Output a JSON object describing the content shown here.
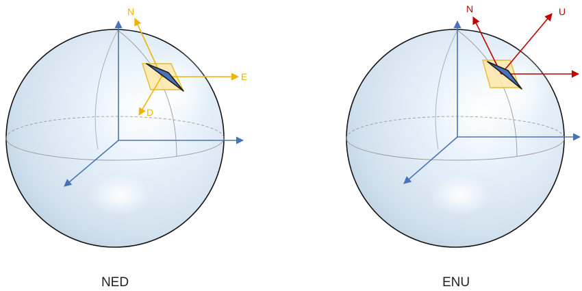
{
  "colors": {
    "earth_axis": "#4a72b8",
    "ned_frame": "#f0b400",
    "enu_frame": "#c00000",
    "plane": "#fbe8a8",
    "plane_edge": "#e8b830",
    "arrow_body": "#4a72b8"
  },
  "ned": {
    "caption": "NED",
    "labels": {
      "north": "N",
      "east": "E",
      "down": "D"
    }
  },
  "enu": {
    "caption": "ENU",
    "labels": {
      "north": "N",
      "up": "U"
    }
  }
}
